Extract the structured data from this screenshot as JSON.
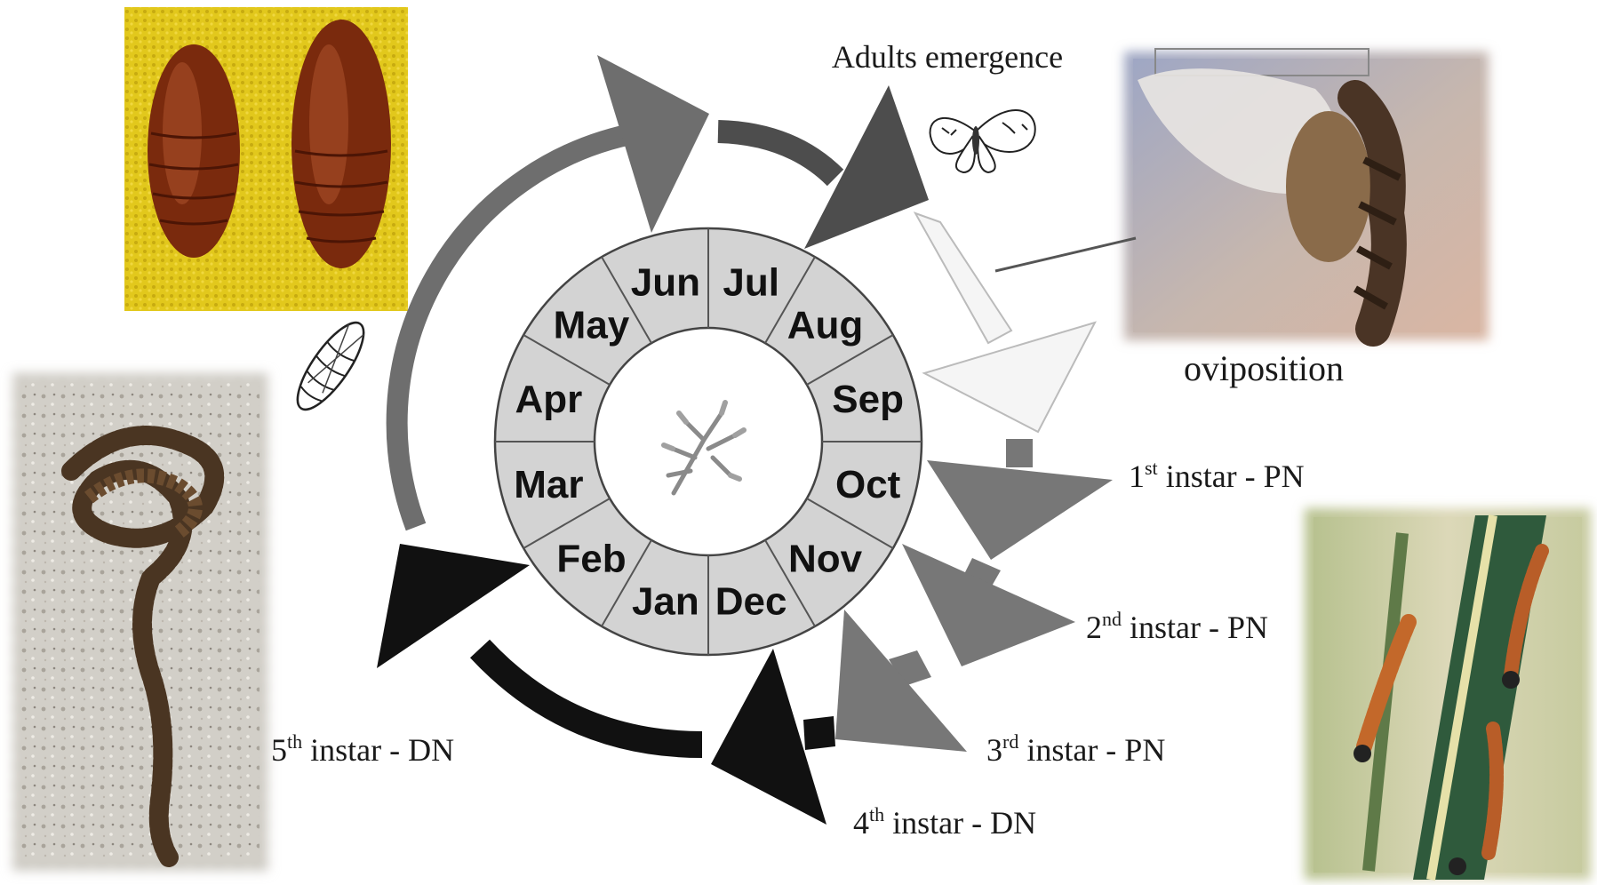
{
  "months": [
    "Jul",
    "Aug",
    "Sep",
    "Oct",
    "Nov",
    "Dec",
    "Jan",
    "Feb",
    "Mar",
    "Apr",
    "May",
    "Jun"
  ],
  "labels": {
    "adults_emergence": "Adults emergence",
    "oviposition": "oviposition",
    "instar1_num": "1",
    "instar1_sup": "st",
    "instar1_rest": " instar - PN",
    "instar2_num": "2",
    "instar2_sup": "nd",
    "instar2_rest": " instar - PN",
    "instar3_num": "3",
    "instar3_sup": "rd",
    "instar3_rest": " instar - PN",
    "instar4_num": "4",
    "instar4_sup": "th",
    "instar4_rest": " instar - DN",
    "instar5_num": "5",
    "instar5_sup": "th",
    "instar5_rest": " instar - DN"
  },
  "colors": {
    "wheel_fill": "#d3d3d3",
    "wheel_stroke": "#444444",
    "pupa_arrow": "#6e6e6e",
    "adult_arrow": "#4d4d4d",
    "egg_arrow": "#f5f5f5",
    "pn_arrow": "#777777",
    "dn_arrow": "#111111",
    "yellow_bg": "#d9c21a"
  },
  "icons": {
    "center": "pine-branch-icon",
    "moth": "moth-icon",
    "pupa": "pupa-icon"
  }
}
